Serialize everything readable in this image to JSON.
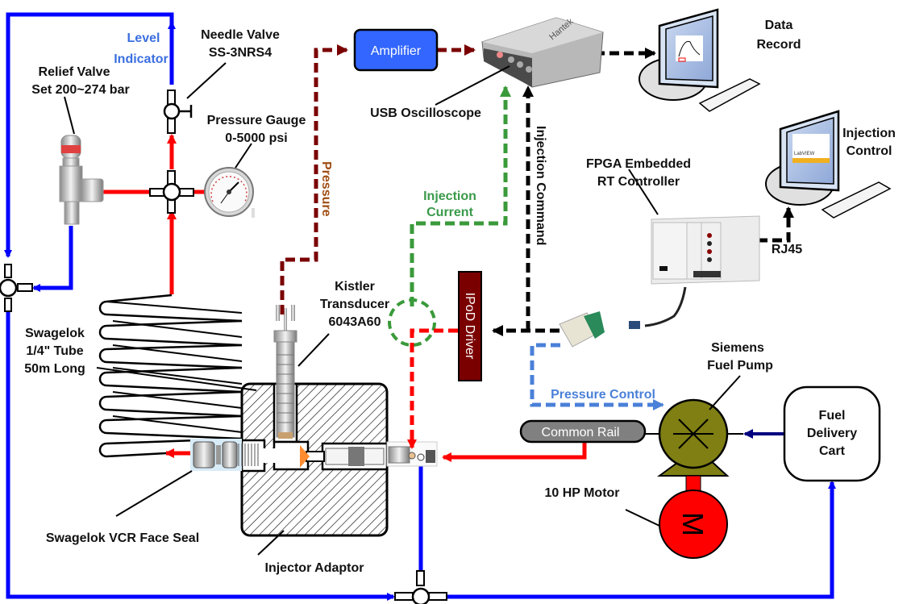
{
  "diagram": {
    "title": "Fuel injection test rig schematic",
    "labels": {
      "level_indicator": [
        "Level",
        "Indicator"
      ],
      "needle_valve": [
        "Needle Valve",
        "SS-3NRS4"
      ],
      "relief_valve": [
        "Relief Valve",
        "Set 200~274 bar"
      ],
      "pressure_gauge": [
        "Pressure Gauge",
        "0-5000 psi"
      ],
      "amplifier": "Amplifier",
      "usb_oscilloscope": "USB Oscilloscope",
      "oscilloscope_brand": "Hantek",
      "data_record": [
        "Data",
        "Record"
      ],
      "injection_control": [
        "Injection",
        "Control"
      ],
      "fpga_controller": [
        "FPGA Embedded",
        "RT Controller"
      ],
      "rj45": "RJ45",
      "pressure_signal": "Pressure",
      "injection_current": [
        "Injection",
        "Current"
      ],
      "injection_command": "Injection Command",
      "ipod_driver": "IPoD Driver",
      "kistler": [
        "Kistler",
        "Transducer",
        "6043A60"
      ],
      "swagelok_tube": [
        "Swagelok",
        "1/4\" Tube",
        "50m Long"
      ],
      "pressure_control": "Pressure Control",
      "siemens_pump": [
        "Siemens",
        "Fuel Pump"
      ],
      "common_rail": "Common Rail",
      "fuel_delivery_cart": [
        "Fuel",
        "Delivery",
        "Cart"
      ],
      "motor": "10 HP Motor",
      "motor_symbol": "M",
      "vcr_face_seal": "Swagelok VCR Face Seal",
      "injector_adaptor": "Injector Adaptor",
      "labview_screen": "LabVIEW"
    },
    "colors": {
      "high_pressure_line": "#ff0000",
      "low_pressure_line": "#0000ff",
      "pressure_signal": "#7a0000",
      "injection_current": "#3a9a3a",
      "command_signal": "#000000",
      "pressure_control": "#4a80d8",
      "amplifier_fill": "#3366ff",
      "ipod_driver_fill": "#7a0000",
      "pump_fill": "#7f7f14",
      "motor_fill": "#ff0000",
      "common_rail_fill": "#808080",
      "fuel_feed_line": "#000080"
    }
  }
}
